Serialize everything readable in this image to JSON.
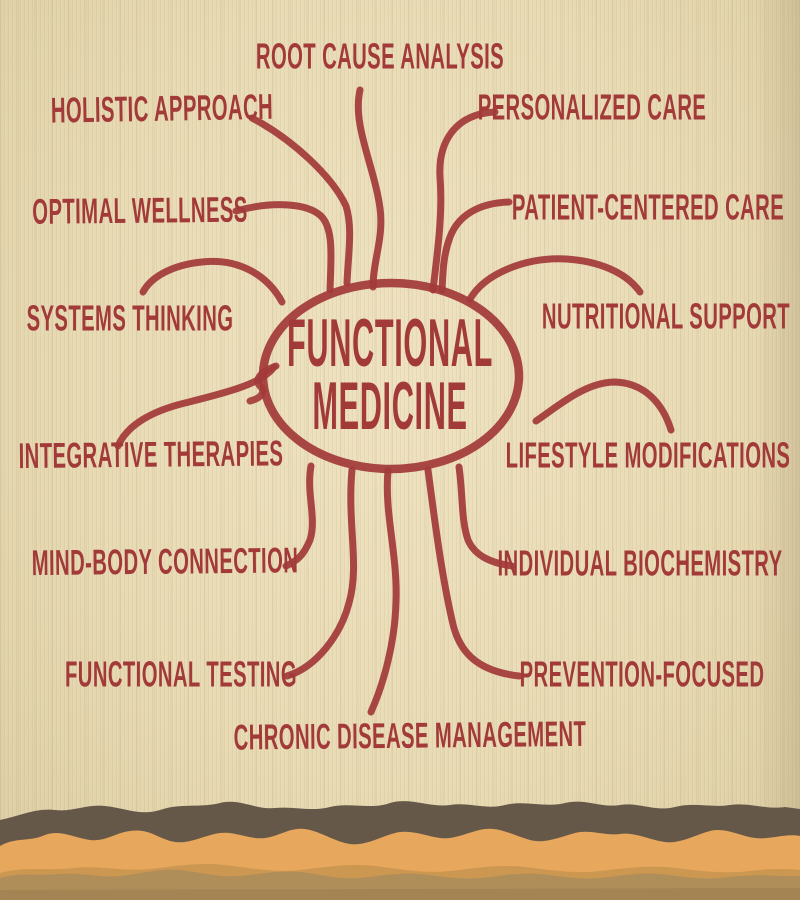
{
  "diagram_title": "Functional Medicine mind map",
  "center": {
    "line1": "FUNCTIONAL",
    "line2": "MEDICINE"
  },
  "nodes": [
    {
      "id": "root-cause-analysis",
      "label": "ROOT CAUSE ANALYSIS"
    },
    {
      "id": "holistic-approach",
      "label": "HOLISTIC APPROACH"
    },
    {
      "id": "personalized-care",
      "label": "PERSONALIZED CARE"
    },
    {
      "id": "optimal-wellness",
      "label": "OPTIMAL WELLNESS"
    },
    {
      "id": "patient-centered-care",
      "label": "PATIENT-CENTERED CARE"
    },
    {
      "id": "systems-thinking",
      "label": "SYSTEMS THINKING"
    },
    {
      "id": "nutritional-support",
      "label": "NUTRITIONAL SUPPORT"
    },
    {
      "id": "integrative-therapies",
      "label": "INTEGRATIVE THERAPIES"
    },
    {
      "id": "lifestyle-modifications",
      "label": "LIFESTYLE MODIFICATIONS"
    },
    {
      "id": "mind-body-connection",
      "label": "MIND-BODY CONNECTION"
    },
    {
      "id": "individual-biochemistry",
      "label": "INDIVIDUAL BIOCHEMISTRY"
    },
    {
      "id": "functional-testing",
      "label": "FUNCTIONAL TESTING"
    },
    {
      "id": "prevention-focused",
      "label": "PREVENTION-FOCUSED"
    },
    {
      "id": "chronic-disease-management",
      "label": "CHRONIC DISEASE MANAGEMENT"
    }
  ],
  "colors": {
    "ink": "#a23a3a",
    "paper": "#e8dab4",
    "band_dark": "#665849",
    "band_orange": "#e7a75d",
    "band_tan": "#b08e5a"
  }
}
